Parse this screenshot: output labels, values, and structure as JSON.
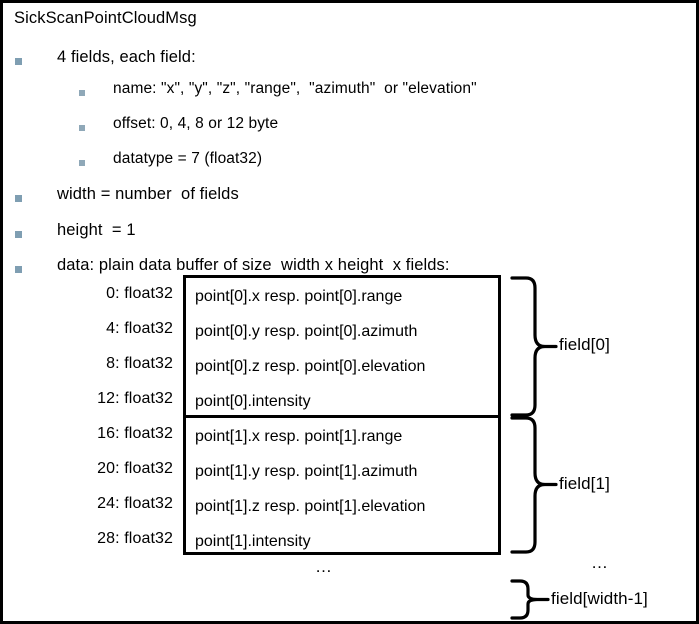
{
  "slide": {
    "title": "SickScanPointCloudMsg",
    "border_color": "#000000",
    "background": "#ffffff",
    "bullet_color": "#7F9EB2"
  },
  "bullets": {
    "level1": [
      {
        "text": "4 fields, each field:"
      },
      {
        "text": "width = number  of fields"
      },
      {
        "text": "height  = 1"
      },
      {
        "text": "data: plain data buffer of size  width x height  x fields:"
      }
    ],
    "level2": [
      {
        "text": "name: \"x\", \"y\", \"z\", \"range\",  \"azimuth\"  or \"elevation\""
      },
      {
        "text": "offset: 0, 4, 8 or 12 byte"
      },
      {
        "text": "datatype = 7 (float32)"
      }
    ]
  },
  "offsets": [
    {
      "label": "0: float32"
    },
    {
      "label": "4: float32"
    },
    {
      "label": "8: float32"
    },
    {
      "label": "12: float32"
    },
    {
      "label": "16: float32"
    },
    {
      "label": "20: float32"
    },
    {
      "label": "24: float32"
    },
    {
      "label": "28: float32"
    }
  ],
  "boxes": [
    {
      "index": 0,
      "rows": [
        "point[0].x resp. point[0].range",
        "point[0].y resp. point[0].azimuth",
        "point[0].z resp. point[0].elevation",
        "point[0].intensity"
      ]
    },
    {
      "index": 1,
      "rows": [
        "point[1].x resp. point[1].range",
        "point[1].y resp. point[1].azimuth",
        "point[1].z resp. point[1].elevation",
        "point[1].intensity"
      ]
    }
  ],
  "field_labels": [
    {
      "text": "field[0]"
    },
    {
      "text": "field[1]"
    },
    {
      "text": "field[width-1]"
    }
  ],
  "ellipses": [
    {
      "text": "…",
      "where": "below-boxes"
    },
    {
      "text": "…",
      "where": "below-braces"
    }
  ]
}
